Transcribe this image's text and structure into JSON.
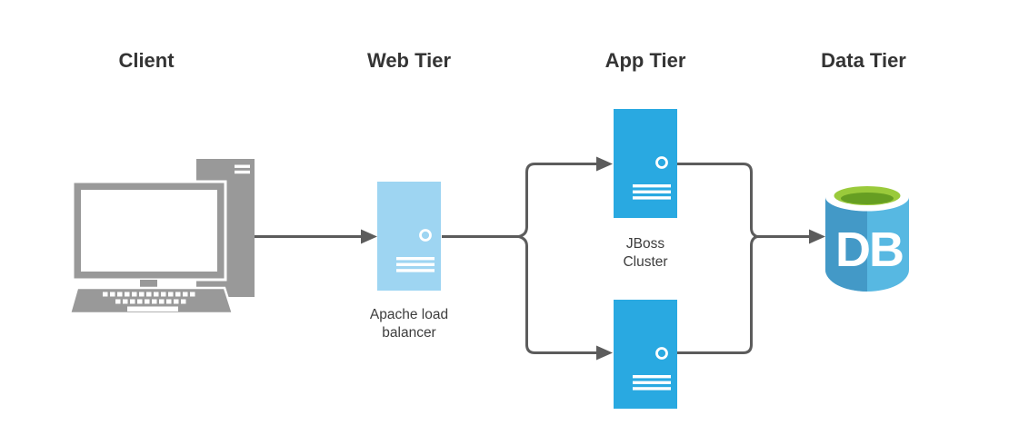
{
  "headers": [
    {
      "label": "Client"
    },
    {
      "label": "Web Tier"
    },
    {
      "label": "App Tier"
    },
    {
      "label": "Data Tier"
    }
  ],
  "nodes": {
    "client": {
      "icon": "desktop-computer-icon"
    },
    "load_balancer": {
      "icon": "server-icon",
      "label_lines": [
        "Apache load",
        "balancer"
      ]
    },
    "jboss": {
      "icon": "server-icon",
      "server_count": 2,
      "label_lines": [
        "JBoss",
        "Cluster"
      ]
    },
    "database": {
      "icon": "database-cylinder-icon",
      "label": "DB"
    }
  },
  "colors": {
    "header_text": "#343434",
    "label_text": "#3d3d3d",
    "client_gray": "#999999",
    "web_tier_server_blue": "#9ed5f2",
    "app_tier_server_blue": "#29a9e1",
    "db_blue_left": "#4399c7",
    "db_blue_right": "#57b8e2",
    "db_green": "#9aca3b",
    "db_green_dark": "#669e22",
    "connector_gray": "#5c5c5c",
    "background": "#ffffff"
  }
}
